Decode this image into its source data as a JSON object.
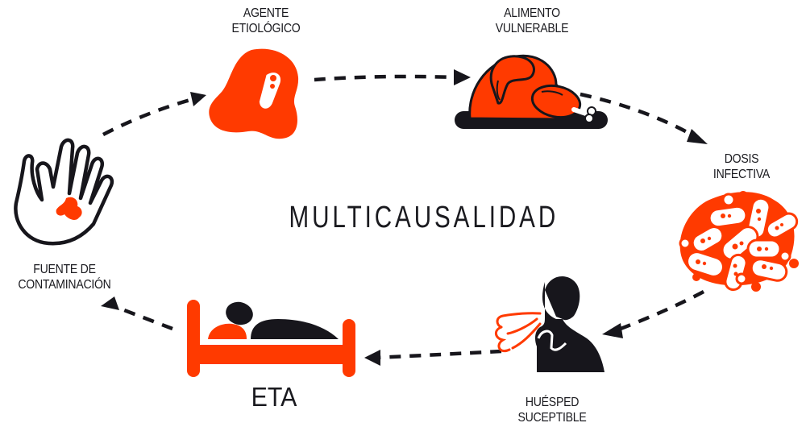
{
  "diagram": {
    "title": "MULTICAUSALIDAD",
    "colors": {
      "accent": "#ff3a00",
      "ink": "#17161c",
      "background": "#ffffff"
    },
    "nodes": [
      {
        "id": "agente",
        "lines": [
          "AGENTE",
          "ETIOLÓGICO"
        ],
        "icon": "microbe-blob-icon"
      },
      {
        "id": "alimento",
        "lines": [
          "ALIMENTO",
          "VULNERABLE"
        ],
        "icon": "roast-chicken-icon"
      },
      {
        "id": "dosis",
        "lines": [
          "DOSIS",
          "INFECTIVA"
        ],
        "icon": "bacteria-cluster-icon"
      },
      {
        "id": "huesped",
        "lines": [
          "HUÉSPED",
          "SUCEPTIBLE"
        ],
        "icon": "coughing-person-icon"
      },
      {
        "id": "eta",
        "lines": [
          "ETA"
        ],
        "icon": "sick-person-bed-icon"
      },
      {
        "id": "fuente",
        "lines": [
          "FUENTE DE",
          "CONTAMINACIÓN"
        ],
        "icon": "contaminated-hand-icon"
      }
    ],
    "edges": [
      {
        "from": "fuente",
        "to": "agente",
        "style": "dashed-arrow"
      },
      {
        "from": "agente",
        "to": "alimento",
        "style": "dashed-arrow"
      },
      {
        "from": "alimento",
        "to": "dosis",
        "style": "dashed-arrow"
      },
      {
        "from": "dosis",
        "to": "huesped",
        "style": "dashed-arrow"
      },
      {
        "from": "huesped",
        "to": "eta",
        "style": "dashed-arrow"
      },
      {
        "from": "eta",
        "to": "fuente",
        "style": "dashed-arrow"
      }
    ]
  }
}
